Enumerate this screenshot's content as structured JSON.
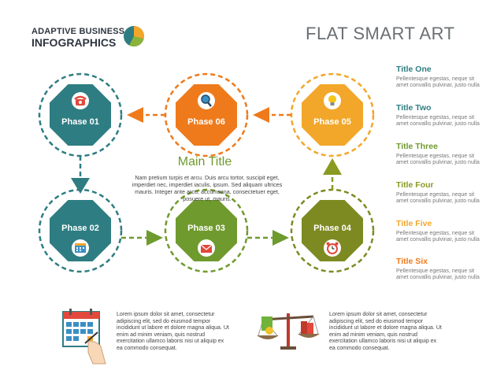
{
  "header": {
    "brand_line1": "ADAPTIVE BUSINESS",
    "brand_line2": "INFOGRAPHICS",
    "title": "FLAT SMART ART"
  },
  "center": {
    "title": "Main Title",
    "text": "Nam pretium turpis et arcu. Duis arcu tortor, suscipit eget, imperdiet nec, imperdiet iaculis, ipsum. Sed aliquam ultrices mauris. Integer ante arcu, accumsana, consectetuer eget, posuere ut, mauris."
  },
  "phases": [
    {
      "label": "Phase 01",
      "color": "#2e7d82",
      "icon": "telephone-icon"
    },
    {
      "label": "Phase 02",
      "color": "#2e7d82",
      "icon": "calendar-icon"
    },
    {
      "label": "Phase 03",
      "color": "#6f9a2e",
      "icon": "envelope-icon"
    },
    {
      "label": "Phase 04",
      "color": "#7d8a22",
      "icon": "alarm-clock-icon"
    },
    {
      "label": "Phase 05",
      "color": "#f2a72a",
      "icon": "lightbulb-icon"
    },
    {
      "label": "Phase 06",
      "color": "#ef7a1b",
      "icon": "magnifier-icon"
    }
  ],
  "sidebar": [
    {
      "title": "Title One",
      "color": "#2e7d82",
      "text": "Pellentesque egestas, neque sit amet convallis pulvinar, justo nulla"
    },
    {
      "title": "Title Two",
      "color": "#2e7d82",
      "text": "Pellentesque egestas, neque sit amet convallis pulvinar, justo nulla"
    },
    {
      "title": "Title Three",
      "color": "#6f9a2e",
      "text": "Pellentesque egestas, neque sit amet convallis pulvinar, justo nulla"
    },
    {
      "title": "Title Four",
      "color": "#8a9a20",
      "text": "Pellentesque egestas, neque sit amet convallis pulvinar, justo nulla"
    },
    {
      "title": "Title Five",
      "color": "#f2a72a",
      "text": "Pellentesque egestas, neque sit amet convallis pulvinar, justo nulla"
    },
    {
      "title": "Title Six",
      "color": "#ef7a1b",
      "text": "Pellentesque egestas, neque sit amet convallis pulvinar, justo nulla"
    }
  ],
  "footer": {
    "left_text": "Lorem ipsum dolor sit amet, consectetur adipiscing elit, sed do eiusmod tempor incididunt ut labore et dolore magna aliqua. Ut enim ad minim veniam, quis nostrud exercitation ullamco laboris nisi ut aliquip ex ea commodo consequat.",
    "right_text": "Lorem ipsum dolor sit amet, consectetur adipiscing elit, sed do eiusmod tempor incididunt ut labore et dolore magna aliqua. Ut enim ad minim veniam, quis nostrud exercitation ullamco laboris nisi ut aliquip ex ea commodo consequat."
  }
}
